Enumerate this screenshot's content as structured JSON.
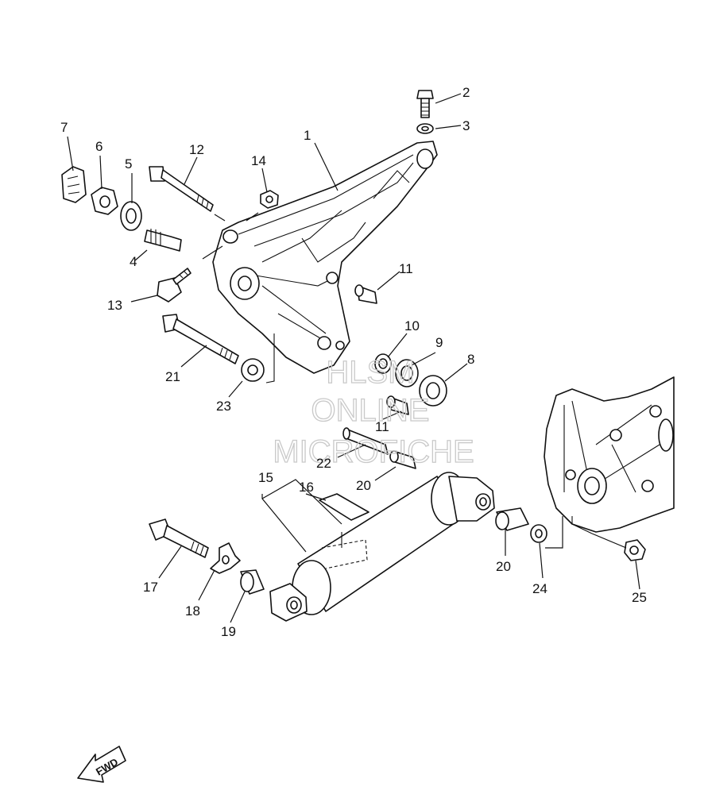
{
  "watermark": [
    "HLSM",
    "ONLINE",
    "MICROFICHE"
  ],
  "direction_label": "FWD",
  "callouts": [
    {
      "id": "1",
      "label": "1"
    },
    {
      "id": "2",
      "label": "2"
    },
    {
      "id": "3",
      "label": "3"
    },
    {
      "id": "4",
      "label": "4"
    },
    {
      "id": "5",
      "label": "5"
    },
    {
      "id": "6",
      "label": "6"
    },
    {
      "id": "7",
      "label": "7"
    },
    {
      "id": "8",
      "label": "8"
    },
    {
      "id": "9",
      "label": "9"
    },
    {
      "id": "10",
      "label": "10"
    },
    {
      "id": "11a",
      "label": "11"
    },
    {
      "id": "11b",
      "label": "11"
    },
    {
      "id": "12",
      "label": "12"
    },
    {
      "id": "13",
      "label": "13"
    },
    {
      "id": "14",
      "label": "14"
    },
    {
      "id": "15",
      "label": "15"
    },
    {
      "id": "16",
      "label": "16"
    },
    {
      "id": "17",
      "label": "17"
    },
    {
      "id": "18",
      "label": "18"
    },
    {
      "id": "19",
      "label": "19"
    },
    {
      "id": "20a",
      "label": "20"
    },
    {
      "id": "20b",
      "label": "20"
    },
    {
      "id": "21",
      "label": "21"
    },
    {
      "id": "22",
      "label": "22"
    },
    {
      "id": "23",
      "label": "23"
    },
    {
      "id": "24",
      "label": "24"
    },
    {
      "id": "25",
      "label": "25"
    }
  ]
}
